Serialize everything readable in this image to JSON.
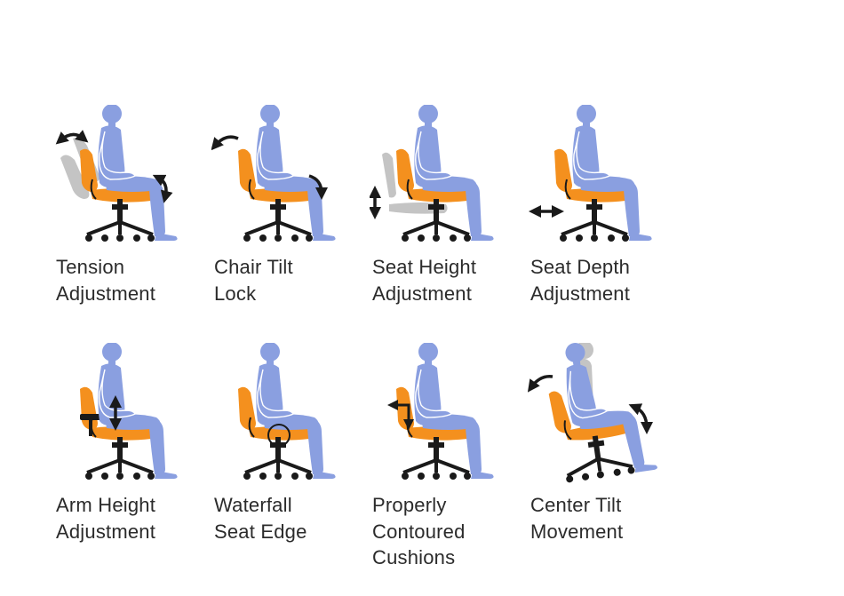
{
  "features": [
    {
      "id": "tension",
      "lines": [
        "Tension",
        "Adjustment"
      ]
    },
    {
      "id": "chair-tilt-lock",
      "lines": [
        "Chair Tilt",
        "Lock"
      ]
    },
    {
      "id": "seat-height",
      "lines": [
        "Seat Height",
        "Adjustment"
      ]
    },
    {
      "id": "seat-depth",
      "lines": [
        "Seat Depth",
        "Adjustment"
      ]
    },
    {
      "id": "arm-height",
      "lines": [
        "Arm Height",
        "Adjustment"
      ]
    },
    {
      "id": "waterfall-seat-edge",
      "lines": [
        "Waterfall",
        "Seat Edge"
      ]
    },
    {
      "id": "contoured-cushions",
      "lines": [
        "Properly",
        "Contoured",
        "Cushions"
      ]
    },
    {
      "id": "center-tilt",
      "lines": [
        "Center Tilt",
        "Movement"
      ]
    }
  ],
  "colors": {
    "body": "#8a9fe0",
    "chair": "#f4901e",
    "ghost": "#c4c4c4",
    "base": "#1a1a1a",
    "arrow": "#1a1a1a"
  }
}
